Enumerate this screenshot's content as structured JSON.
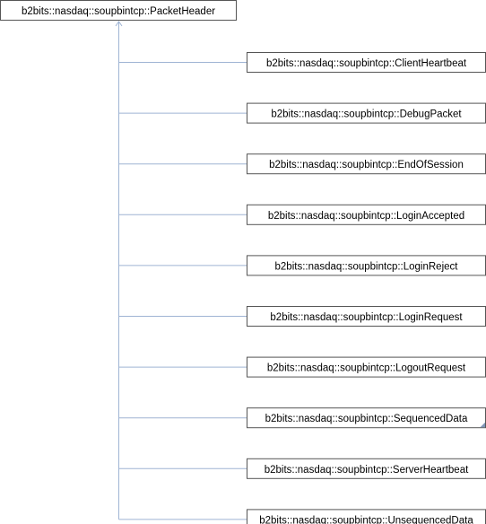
{
  "diagram": {
    "base_class": {
      "label": "b2bits::nasdaq::soupbintcp::PacketHeader"
    },
    "derived_classes": [
      {
        "label": "b2bits::nasdaq::soupbintcp::ClientHeartbeat",
        "has_more_marker": false
      },
      {
        "label": "b2bits::nasdaq::soupbintcp::DebugPacket",
        "has_more_marker": false
      },
      {
        "label": "b2bits::nasdaq::soupbintcp::EndOfSession",
        "has_more_marker": false
      },
      {
        "label": "b2bits::nasdaq::soupbintcp::LoginAccepted",
        "has_more_marker": false
      },
      {
        "label": "b2bits::nasdaq::soupbintcp::LoginReject",
        "has_more_marker": false
      },
      {
        "label": "b2bits::nasdaq::soupbintcp::LoginRequest",
        "has_more_marker": false
      },
      {
        "label": "b2bits::nasdaq::soupbintcp::LogoutRequest",
        "has_more_marker": false
      },
      {
        "label": "b2bits::nasdaq::soupbintcp::SequencedData",
        "has_more_marker": true
      },
      {
        "label": "b2bits::nasdaq::soupbintcp::ServerHeartbeat",
        "has_more_marker": false
      },
      {
        "label": "b2bits::nasdaq::soupbintcp::UnsequencedData",
        "has_more_marker": false
      }
    ],
    "colors": {
      "edge": "#9fb4d4",
      "box_border": "#555555",
      "box_fill": "#ffffff",
      "text": "#000000"
    }
  }
}
